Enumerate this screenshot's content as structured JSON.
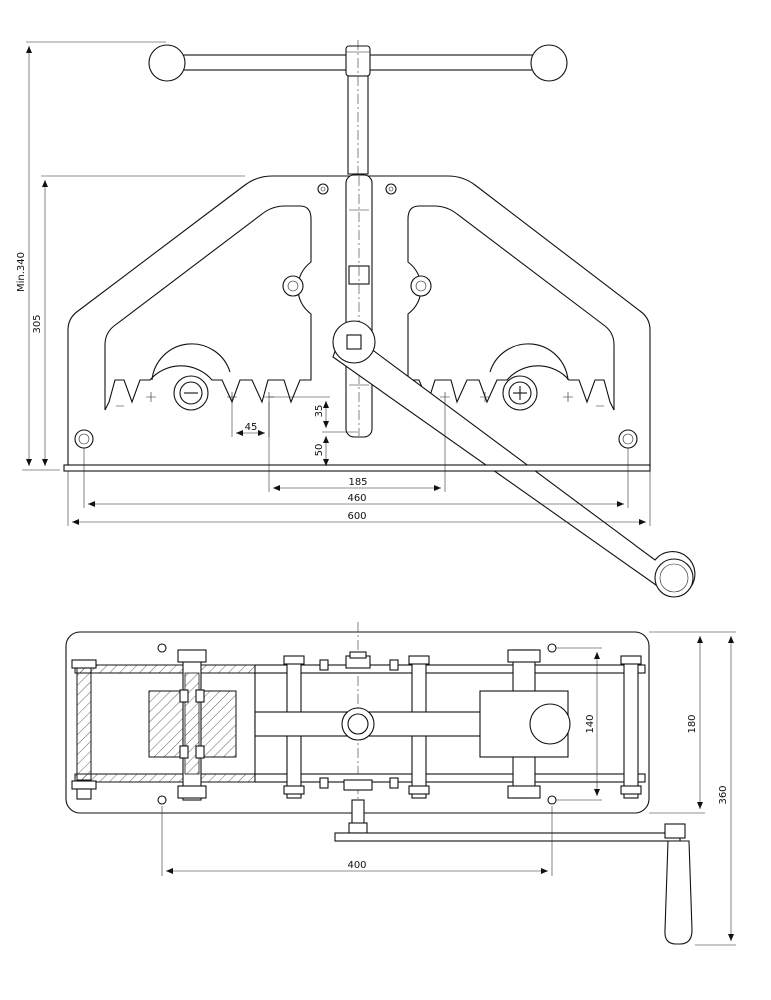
{
  "drawing": {
    "front_view": {
      "dimensions": {
        "overall_height_label": "Min.340",
        "frame_height_label": "305",
        "roller_spacing_label": "45",
        "roller_offset_label": "35",
        "base_offset_label": "50",
        "center_span_label": "185",
        "inner_width_label": "460",
        "overall_width_label": "600"
      }
    },
    "top_view": {
      "dimensions": {
        "mount_hole_spacing_label": "140",
        "plate_width_label": "180",
        "overall_depth_label": "360",
        "mount_hole_span_label": "400"
      }
    }
  }
}
